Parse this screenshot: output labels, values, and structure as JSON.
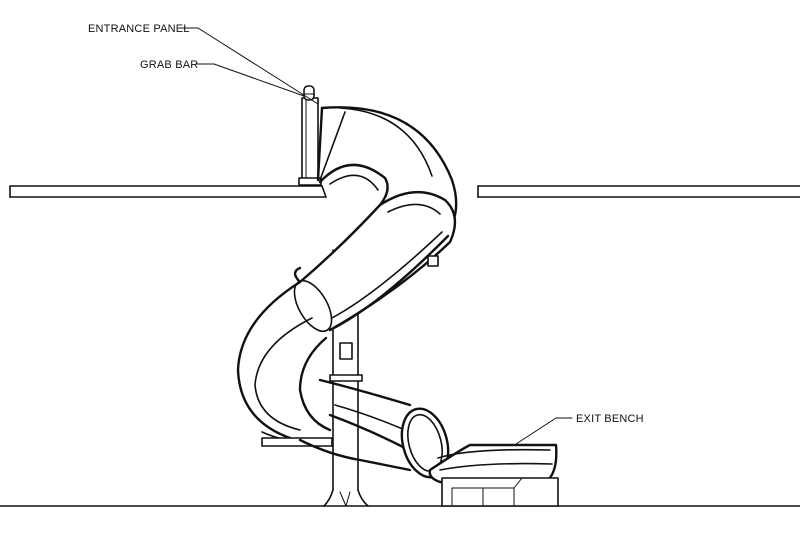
{
  "labels": {
    "entrance_panel": "ENTRANCE PANEL",
    "grab_bar": "GRAB BAR",
    "exit_bench": "EXIT BENCH"
  },
  "colors": {
    "line": "#111111",
    "background": "#ffffff"
  }
}
